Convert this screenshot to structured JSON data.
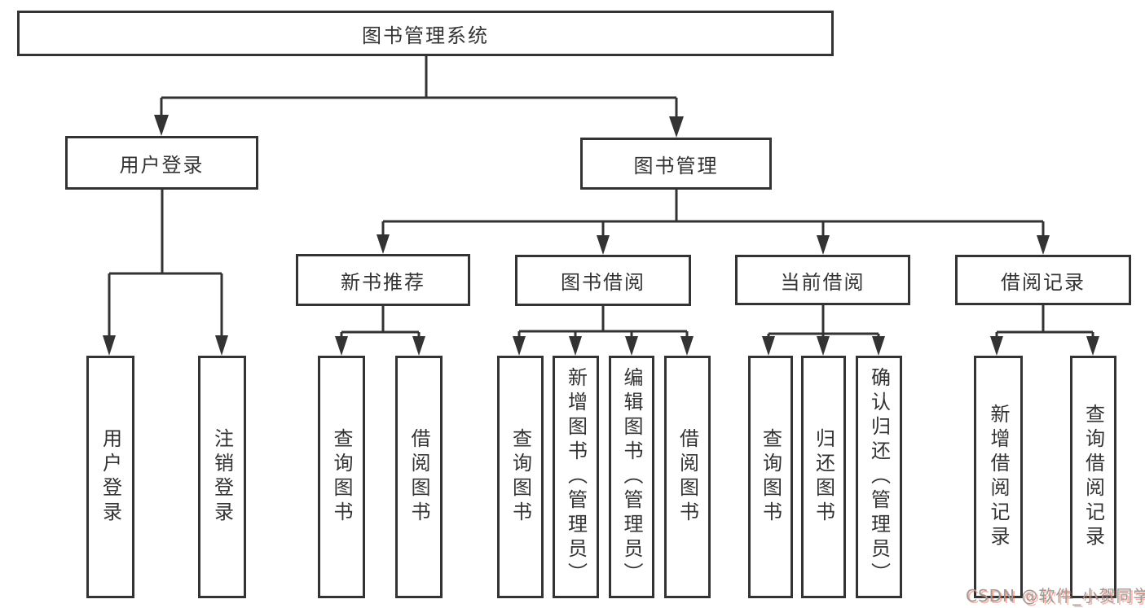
{
  "diagram": {
    "title": "图书管理系统",
    "branches": [
      {
        "label": "用户登录",
        "children": [
          "用户登录",
          "注销登录"
        ]
      },
      {
        "label": "图书管理",
        "modules": [
          {
            "label": "新书推荐",
            "children": [
              "查询图书",
              "借阅图书"
            ]
          },
          {
            "label": "图书借阅",
            "children": [
              "查询图书",
              "新增图书（管理员）",
              "编辑图书（管理员）",
              "借阅图书"
            ]
          },
          {
            "label": "当前借阅",
            "children": [
              "查询图书",
              "归还图书",
              "确认归还（管理员）"
            ]
          },
          {
            "label": "借阅记录",
            "children": [
              "新增借阅记录",
              "查询借阅记录"
            ]
          }
        ]
      }
    ]
  },
  "watermark": {
    "text": "CSDN @软件_小贺同学"
  },
  "colors": {
    "line": "#333333",
    "text": "#333333",
    "watermark": "#9b9b9b",
    "watermark_shadow": "#fc5531"
  }
}
